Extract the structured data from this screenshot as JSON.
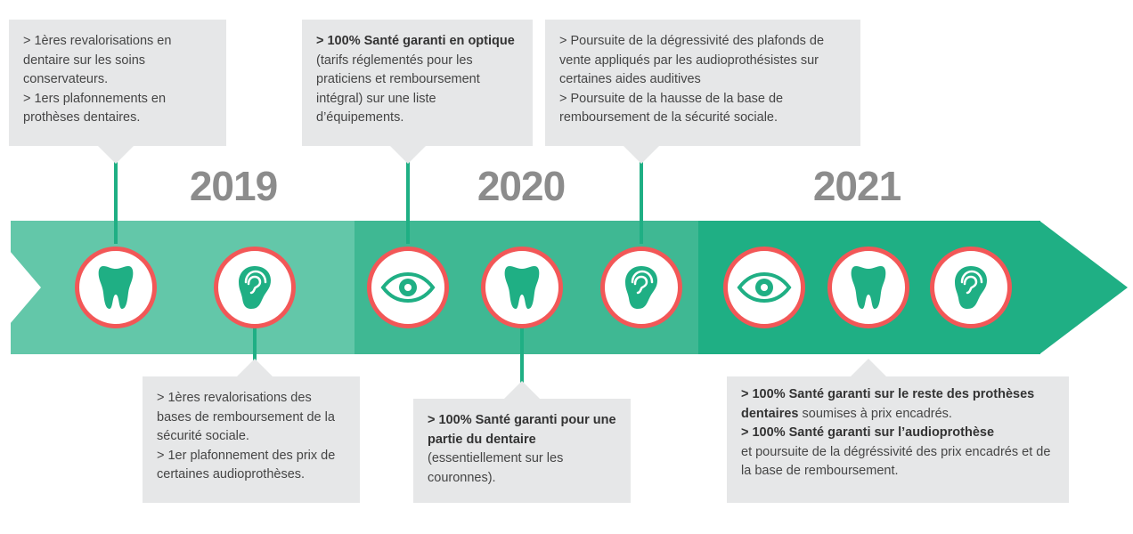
{
  "years": [
    "2019",
    "2020",
    "2021"
  ],
  "colors": {
    "seg1": "#63c7a9",
    "seg2": "#3fb893",
    "seg3": "#1faf84",
    "ring": "#f25757",
    "box": "#e6e7e8"
  },
  "icons": [
    "tooth-icon",
    "ear-icon",
    "eye-icon",
    "tooth-icon",
    "ear-icon",
    "eye-icon",
    "tooth-icon",
    "ear-icon"
  ],
  "boxes": {
    "b1": {
      "l1": ">  1ères revalorisations en dentaire sur les soins conservateurs.",
      "l2": "> 1ers plafonnements en prothèses dentaires."
    },
    "b2": {
      "bold": "> 100% Santé garanti en optique",
      "rest": " (tarifs réglementés pour les praticiens et remboursement  intégral) sur une liste d’équipements."
    },
    "b3": {
      "l1": "> Poursuite de la dégressivité des plafonds de vente appliqués par les audioprothésistes sur certaines aides auditives",
      "l2": "> Poursuite de la hausse de la base de remboursement de la sécurité sociale."
    },
    "b4": {
      "l1": "> 1ères revalorisations des bases de remboursement de la sécurité sociale.",
      "l2": "> 1er plafonnement des prix de certaines audioprothèses."
    },
    "b5": {
      "bold": "> 100% Santé garanti pour une partie du dentaire",
      "rest": " (essentiellement sur les couronnes)."
    },
    "b6": {
      "bold1": "> 100% Santé garanti sur le reste des prothèses dentaires",
      "rest1": " soumises à prix encadrés.",
      "bold2": "> 100% Santé garanti sur l’audioprothèse",
      "rest2": "et poursuite de la dégréssivité des prix encadrés et de la base de remboursement."
    }
  }
}
